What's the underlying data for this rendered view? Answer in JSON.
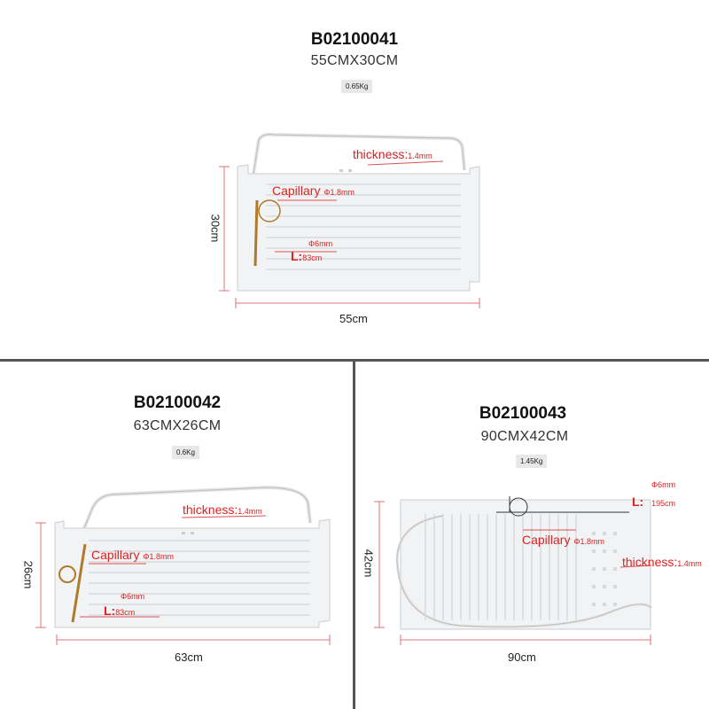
{
  "products": [
    {
      "code": "B02100041",
      "size": "55CMX30CM",
      "weight": "0.65Kg",
      "thickness_label": "thickness:",
      "thickness_value": "1.4mm",
      "capillary_label": "Capillary",
      "capillary_value": "Φ1.8mm",
      "tube_diameter": "Φ6mm",
      "length_label": "L:",
      "length_value": "83cm",
      "width_dim": "55cm",
      "height_dim": "30cm"
    },
    {
      "code": "B02100042",
      "size": "63CMX26CM",
      "weight": "0.6Kg",
      "thickness_label": "thickness:",
      "thickness_value": "1.4mm",
      "capillary_label": "Capillary",
      "capillary_value": "Φ1.8mm",
      "tube_diameter": "Φ6mm",
      "length_label": "L:",
      "length_value": "83cm",
      "width_dim": "63cm",
      "height_dim": "26cm"
    },
    {
      "code": "B02100043",
      "size": "90CMX42CM",
      "weight": "1.45Kg",
      "thickness_label": "thickness:",
      "thickness_value": "1.4mm",
      "capillary_label": "Capillary",
      "capillary_value": "Φ1.8mm",
      "tube_diameter": "Φ6mm",
      "length_label": "L:",
      "length_value": "195cm",
      "width_dim": "90cm",
      "height_dim": "42cm"
    }
  ],
  "colors": {
    "annotation": "#e02020",
    "divider": "#555555",
    "plate": "#f1f3f4",
    "dimension_line": "#e07070"
  }
}
